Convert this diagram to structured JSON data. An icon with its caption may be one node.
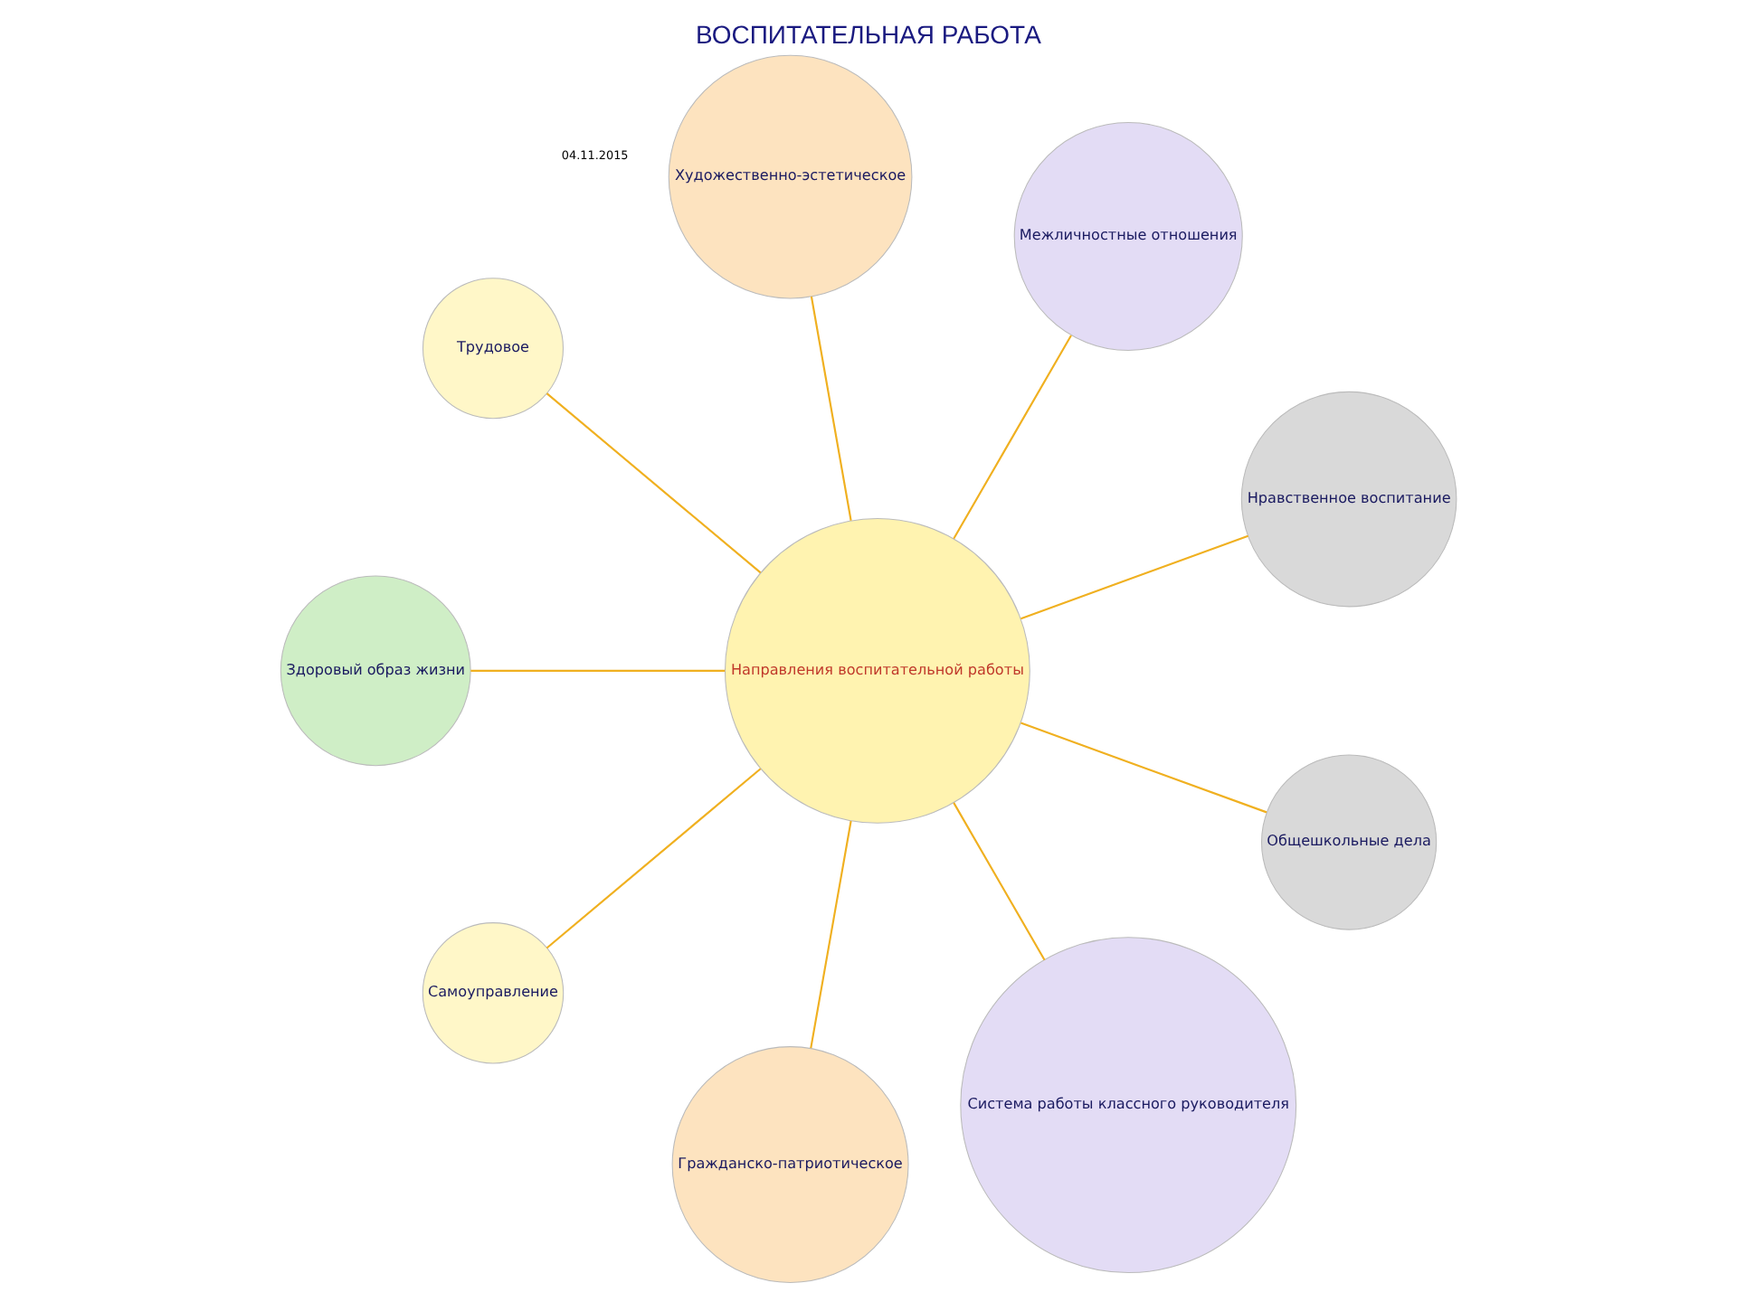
{
  "diagram": {
    "title": "ВОСПИТАТЕЛЬНАЯ РАБОТА",
    "nodes": [
      {
        "text": [
          "Направления воспитательной работы"
        ]
      },
      {
        "text": [
          "Нравственное воспитание"
        ]
      },
      {
        "text": [
          "Межличностные отношения"
        ]
      },
      {
        "text": [
          "Художественно-эстетическое"
        ]
      },
      {
        "text": [
          "Трудовое"
        ]
      },
      {
        "text": [
          "Здоровый образ жизни"
        ]
      },
      {
        "text": [
          "Самоуправление"
        ]
      },
      {
        "text": [
          "Гражданско-патриотическое"
        ]
      },
      {
        "text": [
          "Система работы классного руководителя"
        ]
      },
      {
        "text": [
          "Общешкольные дела"
        ]
      }
    ],
    "edges": [
      {
        "from": 0,
        "to": 1,
        "arrow": "none"
      },
      {
        "from": 0,
        "to": 2,
        "arrow": "none"
      },
      {
        "from": 0,
        "to": 3,
        "arrow": "none"
      },
      {
        "from": 0,
        "to": 4,
        "arrow": "none"
      },
      {
        "from": 0,
        "to": 5,
        "arrow": "none"
      },
      {
        "from": 0,
        "to": 6,
        "arrow": "none"
      },
      {
        "from": 0,
        "to": 7,
        "arrow": "none"
      },
      {
        "from": 0,
        "to": 8,
        "arrow": "none"
      },
      {
        "from": 0,
        "to": 9,
        "arrow": "none"
      }
    ],
    "labels": [
      "04.11.2015"
    ]
  }
}
